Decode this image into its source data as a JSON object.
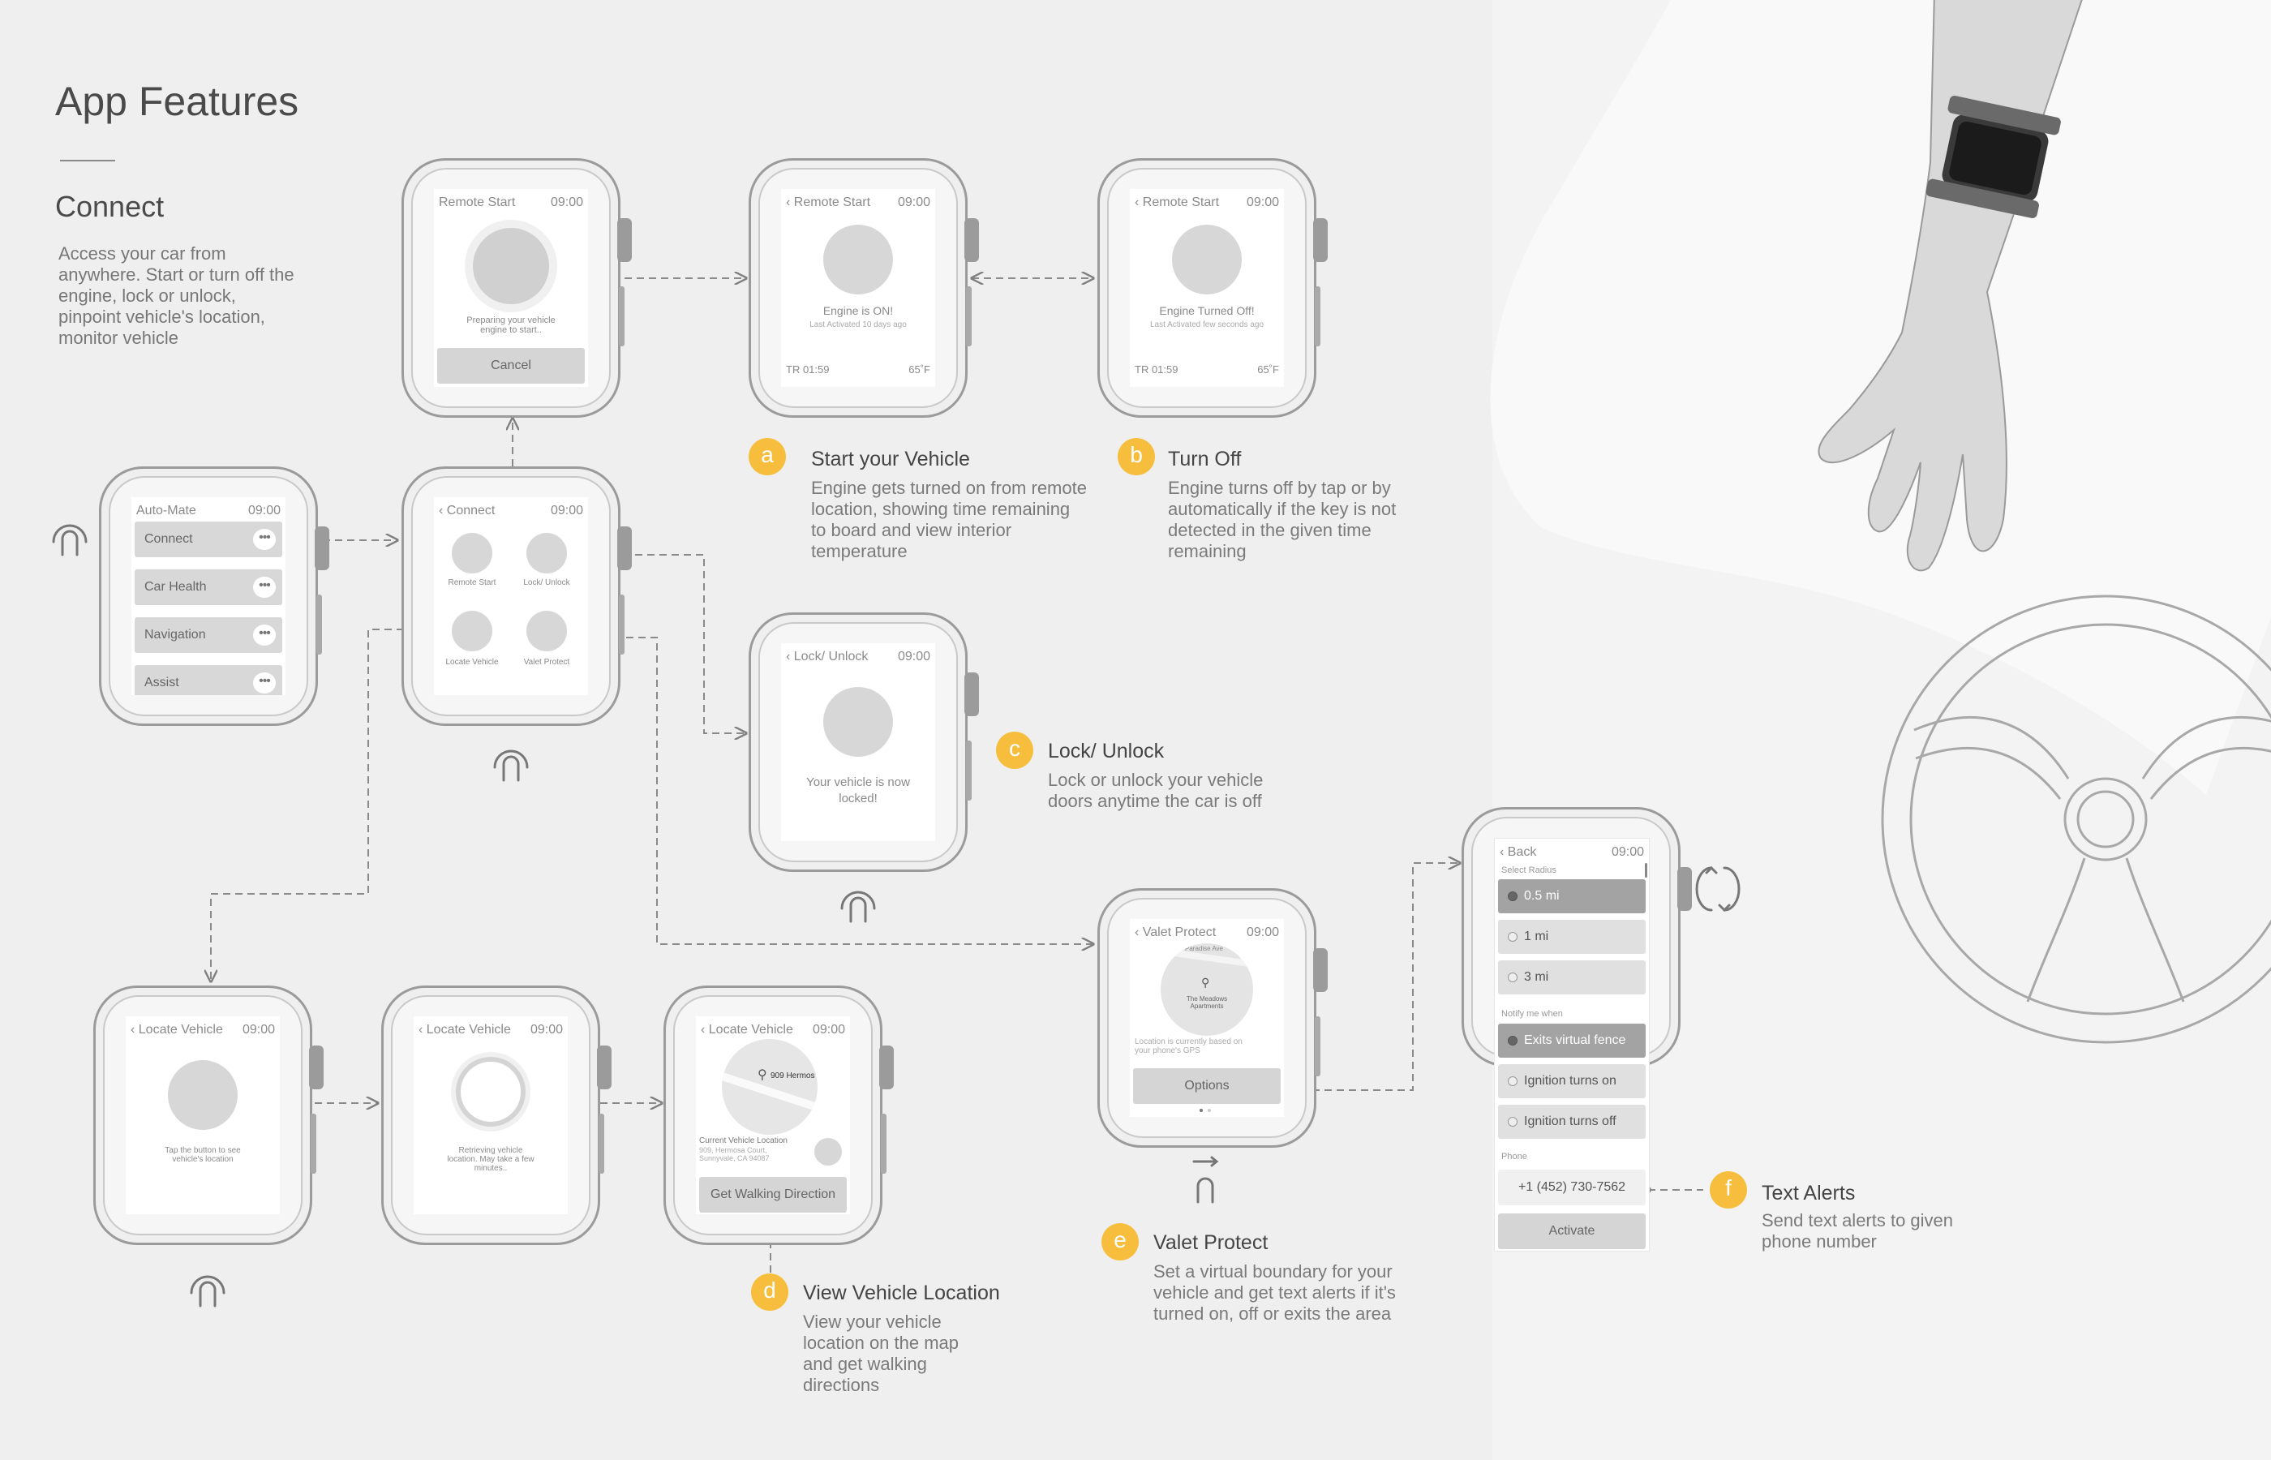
{
  "page": {
    "title": "App Features",
    "section": "Connect",
    "intro": "Access your car from anywhere. Start or turn off the engine, lock or unlock, pinpoint vehicle's location, monitor vehicle"
  },
  "colors": {
    "background": "#efefef",
    "accent": "#f6be3c",
    "line": "#8a8a8a"
  },
  "watches": {
    "main": {
      "title": "Auto-Mate",
      "time": "09:00",
      "items": [
        {
          "label": "Connect"
        },
        {
          "label": "Car Health"
        },
        {
          "label": "Navigation"
        },
        {
          "label": "Assist"
        }
      ],
      "more": "•••"
    },
    "connect": {
      "title": "Connect",
      "time": "09:00",
      "items": [
        {
          "label": "Remote Start"
        },
        {
          "label": "Lock/ Unlock"
        },
        {
          "label": "Locate Vehicle"
        },
        {
          "label": "Valet Protect"
        }
      ]
    },
    "remote_start": {
      "title": "Remote Start",
      "time": "09:00",
      "status": "Preparing your vehicle engine to start..",
      "button": "Cancel"
    },
    "engine_on": {
      "title": "Remote Start",
      "time": "09:00",
      "status": "Engine is ON!",
      "sub": "Last Activated 10 days ago",
      "remaining": "TR 01:59",
      "temp": "65˚F"
    },
    "engine_off": {
      "title": "Remote Start",
      "time": "09:00",
      "status": "Engine Turned Off!",
      "sub": "Last Activated few seconds ago",
      "remaining": "TR 01:59",
      "temp": "65˚F"
    },
    "lock": {
      "title": "Lock/ Unlock",
      "time": "09:00",
      "status": "Your vehicle is now locked!"
    },
    "locate1": {
      "title": "Locate Vehicle",
      "time": "09:00",
      "status": "Tap the button to see vehicle's location"
    },
    "locate2": {
      "title": "Locate Vehicle",
      "time": "09:00",
      "status": "Retrieving vehicle location. May take a few minutes.."
    },
    "locate3": {
      "title": "Locate Vehicle",
      "time": "09:00",
      "pin": "909 Hermos",
      "loc_title": "Current Vehicle Location",
      "addr1": "909, Hermosa Court,",
      "addr2": "Sunnyvale, CA 94087",
      "button": "Get Walking Direction"
    },
    "valet": {
      "title": "Valet Protect",
      "time": "09:00",
      "map_street": "Paradise Ave",
      "map_place": "The Meadows Apartments",
      "note": "Location is currently based on your phone's GPS",
      "button": "Options"
    },
    "options": {
      "title": "Back",
      "time": "09:00",
      "radius_label": "Select Radius",
      "radius": [
        {
          "label": "0.5 mi",
          "selected": true
        },
        {
          "label": "1 mi",
          "selected": false
        },
        {
          "label": "3 mi",
          "selected": false
        }
      ],
      "notify_label": "Notify me when",
      "notify": [
        {
          "label": "Exits virtual fence",
          "selected": true
        },
        {
          "label": "Ignition turns on",
          "selected": false
        },
        {
          "label": "Ignition turns off",
          "selected": false
        }
      ],
      "phone_label": "Phone",
      "phone": "+1 (452) 730-7562",
      "button": "Activate"
    }
  },
  "features": [
    {
      "badge": "a",
      "title": "Start your Vehicle",
      "desc": "Engine gets turned on from remote location, showing time remaining to board and view interior temperature"
    },
    {
      "badge": "b",
      "title": "Turn Off",
      "desc": "Engine turns off by tap or by automatically if the key is not detected in the given time remaining"
    },
    {
      "badge": "c",
      "title": "Lock/ Unlock",
      "desc": "Lock or unlock your vehicle doors anytime the car is off"
    },
    {
      "badge": "d",
      "title": "View Vehicle Location",
      "desc": "View your vehicle location on the map and get walking directions"
    },
    {
      "badge": "e",
      "title": "Valet Protect",
      "desc": "Set a virtual boundary for your vehicle and get text alerts if it's turned on, off or exits the area"
    },
    {
      "badge": "f",
      "title": "Text Alerts",
      "desc": "Send text alerts to given phone number"
    }
  ]
}
